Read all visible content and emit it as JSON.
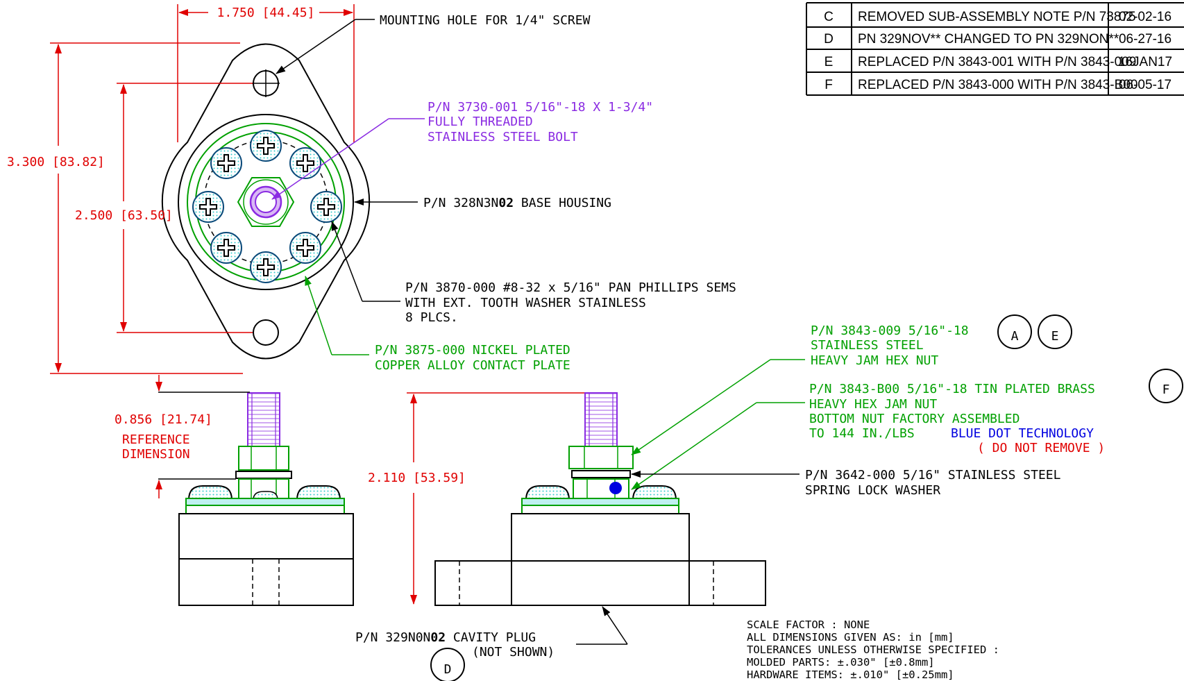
{
  "revision_table": [
    {
      "letter": "C",
      "description": "REMOVED SUB-ASSEMBLY NOTE P/N 73875",
      "date": "02-02-16"
    },
    {
      "letter": "D",
      "description": "PN 329NOV** CHANGED TO PN 329NON**",
      "date": "06-27-16"
    },
    {
      "letter": "E",
      "description": "REPLACED P/N 3843-001 WITH P/N 3843-009",
      "date": "16JAN17"
    },
    {
      "letter": "F",
      "description": "REPLACED P/N 3843-000 WITH P/N 3843-B00",
      "date": "06-05-17"
    }
  ],
  "dimensions": {
    "width": "1.750 [44.45]",
    "overall_height": "3.300 [83.82]",
    "hole_spacing": "2.500 [63.50]",
    "reference": "0.856 [21.74]",
    "reference_note_1": "REFERENCE",
    "reference_note_2": "DIMENSION",
    "side_height": "2.110 [53.59]"
  },
  "callouts": {
    "mounting_hole": "MOUNTING HOLE FOR 1/4\" SCREW",
    "bolt_1": "P/N 3730-001 5/16\"-18 X 1-3/4\"",
    "bolt_2": "FULLY THREADED",
    "bolt_3": "STAINLESS STEEL BOLT",
    "housing_a": "P/N 328N3N",
    "housing_b": "02",
    "housing_c": " BASE HOUSING",
    "screw_1": "P/N 3870-000 #8-32 x 5/16\" PAN PHILLIPS SEMS",
    "screw_2": "WITH EXT. TOOTH WASHER STAINLESS",
    "screw_3": "8 PLCS.",
    "plate_1": "P/N 3875-000 NICKEL PLATED",
    "plate_2": "COPPER ALLOY CONTACT PLATE",
    "jam_1": "P/N 3843-009 5/16\"-18",
    "jam_2": "STAINLESS STEEL",
    "jam_3": "HEAVY JAM HEX NUT",
    "jam_rev_a": "A",
    "jam_rev_e": "E",
    "brass_1": "P/N 3843-B00 5/16\"-18 TIN PLATED BRASS",
    "brass_2": "HEAVY HEX JAM NUT",
    "brass_3": "BOTTOM NUT FACTORY ASSEMBLED",
    "brass_4": "TO 144 IN./LBS",
    "brass_rev": "F",
    "blue_dot": "BLUE DOT TECHNOLOGY",
    "do_not_remove": "( DO NOT REMOVE )",
    "washer_1": "P/N 3642-000 5/16\" STAINLESS STEEL",
    "washer_2": "SPRING LOCK WASHER",
    "plug_a": "P/N 329N0N",
    "plug_b": "02",
    "plug_c": " CAVITY PLUG",
    "plug_2": "(NOT SHOWN)",
    "plug_rev": "D"
  },
  "notes": {
    "line_1": "SCALE FACTOR : NONE",
    "line_2": "ALL DIMENSIONS GIVEN AS: in [mm]",
    "line_3": "TOLERANCES UNLESS OTHERWISE SPECIFIED :",
    "line_4": "MOLDED PARTS: ±.030\" [±0.8mm]",
    "line_5": "HARDWARE ITEMS: ±.010\" [±0.25mm]"
  },
  "colors": {
    "dimension": "#e00000",
    "bolt": "#8a2be2",
    "contact": "#00a000",
    "annotation_blue": "#0000e0",
    "line": "#000000"
  }
}
